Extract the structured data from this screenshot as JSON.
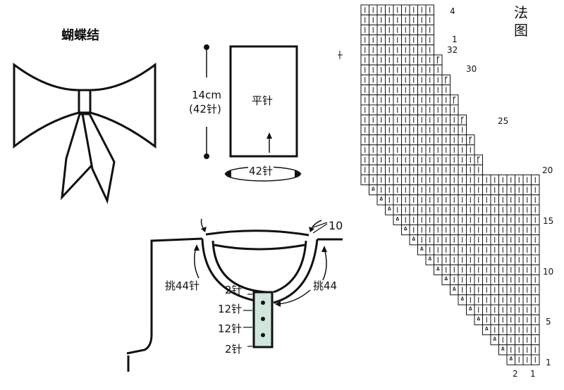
{
  "bow": {
    "title": "蝴蝶结"
  },
  "rect_panel": {
    "height_label": "14cm",
    "height_stitches": "(42针)",
    "stitch_type": "平针",
    "width_label": "42针"
  },
  "neckline": {
    "rows_label": "10",
    "pick_left": "挑44针",
    "pick_right": "挑44",
    "placket_top": "2针",
    "placket_mid1": "12针",
    "placket_mid2": "12针",
    "placket_bottom": "2针"
  },
  "chart": {
    "title_line1": "法",
    "title_line2": "图",
    "top_label": "4",
    "top_label2": "1",
    "side_labels": [
      "32",
      "30",
      "25",
      "20",
      "15",
      "10",
      "5",
      "1"
    ],
    "bottom_labels": [
      "2",
      "1"
    ]
  }
}
